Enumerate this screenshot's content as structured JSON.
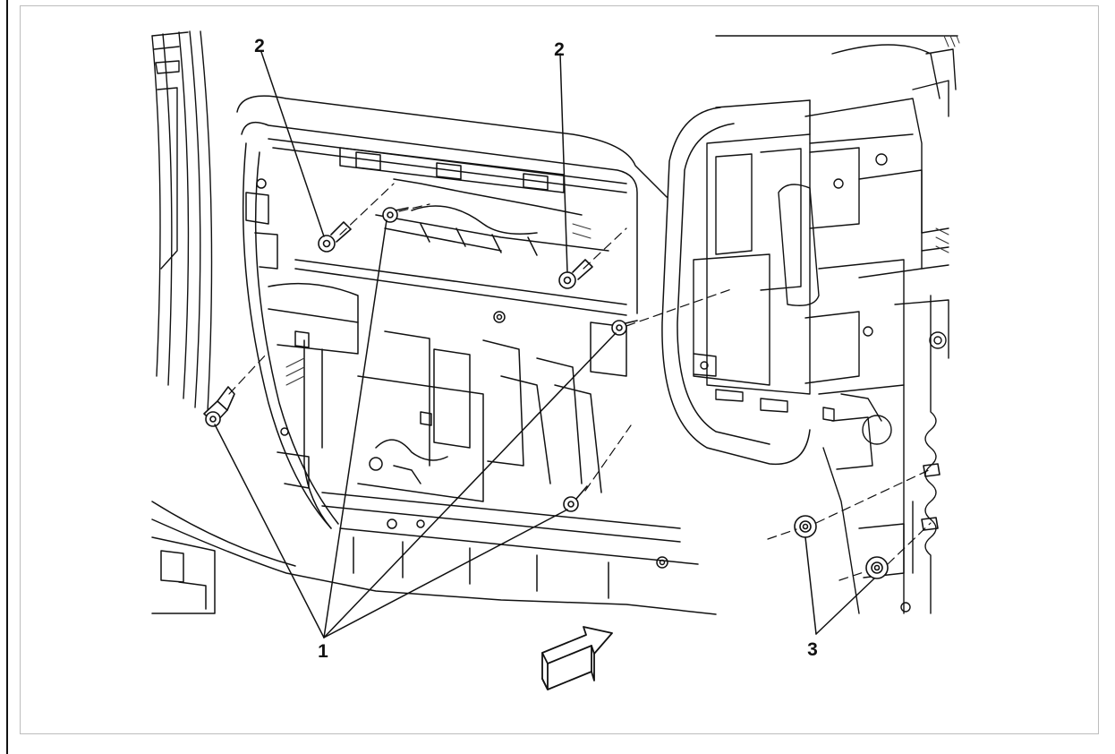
{
  "callouts": {
    "one": "1",
    "two_left": "2",
    "two_right": "2",
    "three": "3"
  },
  "colors": {
    "line": "#111111",
    "hatch": "#333333",
    "frame_border": "#bdbdbd",
    "background": "#ffffff"
  },
  "icons": {
    "direction_arrow": "forward-arrow-icon",
    "fastener": "screw-icon",
    "washer": "washer-nut-icon"
  }
}
